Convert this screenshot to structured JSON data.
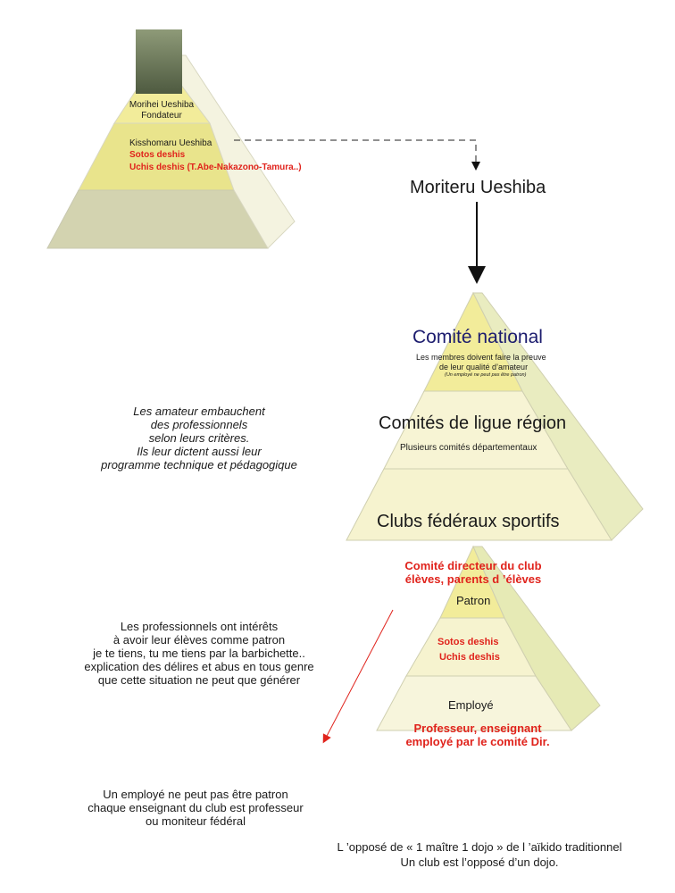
{
  "top_pyramid": {
    "founder_name": "Morihei Ueshiba",
    "founder_title": "Fondateur",
    "second_name": "Kisshomaru Ueshiba",
    "sotos": "Sotos  deshis",
    "uchis": "Uchis deshis (T.Abe-Nakazono-Tamura..)"
  },
  "moriteru": "Moriteru Ueshiba",
  "fed_pyramid": {
    "national": "Comité national",
    "national_note_1": "Les membres doivent faire la preuve",
    "national_note_2": "de leur qualité d’amateur",
    "national_note_3": "(Un employé ne peut pas être patron)",
    "ligue": "Comités de ligue région",
    "ligue_note": "Plusieurs comités départementaux",
    "clubs": "Clubs fédéraux sportifs"
  },
  "left_note_1": {
    "lines": [
      "Les amateur embauchent",
      "des professionnels",
      "selon leurs critères.",
      "Ils leur dictent aussi leur",
      "programme technique et pédagogique"
    ]
  },
  "club_pyramid": {
    "committee_1": "Comité directeur du club",
    "committee_2": "élèves, parents d ’élèves",
    "patron": "Patron",
    "sotos": "Sotos  deshis",
    "uchis": "Uchis deshis",
    "employe": "Employé",
    "prof_1": "Professeur, enseignant",
    "prof_2": "employé par le comité Dir."
  },
  "left_note_2": {
    "lines": [
      "Les professionnels ont intérêts",
      "à avoir leur élèves comme patron",
      "je te tiens,  tu me tiens par la barbichette..",
      "explication des délires et abus en tous genre",
      "que cette situation ne peut que générer"
    ]
  },
  "left_note_3": {
    "lines": [
      "Un employé ne peut pas être patron",
      "chaque enseignant du club est professeur",
      "ou moniteur fédéral"
    ]
  },
  "bottom_note": {
    "line1": "L ’opposé de « 1 maître 1 dojo » de l ’aïkido traditionnel",
    "line2": "Un club est l’opposé d’un dojo."
  },
  "colors": {
    "yellow_top": "#f2ec9a",
    "yellow_mid": "#e9e48c",
    "olive": "#d3d3b0",
    "beige": "#f6f3cf",
    "red": "#e0231c",
    "navy": "#1c1c6e"
  }
}
